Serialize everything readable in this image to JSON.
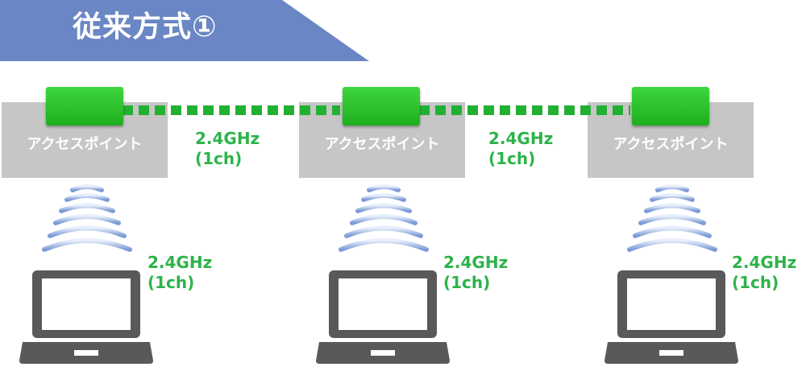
{
  "title": "従来方式①",
  "access_points": [
    {
      "label": "アクセスポイント"
    },
    {
      "label": "アクセスポイント"
    },
    {
      "label": "アクセスポイント"
    }
  ],
  "backhaul_links": [
    {
      "band": "2.4GHz",
      "channel": "(1ch)"
    },
    {
      "band": "2.4GHz",
      "channel": "(1ch)"
    }
  ],
  "client_links": [
    {
      "band": "2.4GHz",
      "channel": "(1ch)"
    },
    {
      "band": "2.4GHz",
      "channel": "(1ch)"
    },
    {
      "band": "2.4GHz",
      "channel": "(1ch)"
    }
  ],
  "colors": {
    "banner": "#6a86c4",
    "ap_box": "#c6c6c6",
    "ap_device": "#2cc42c",
    "link": "#22b033",
    "freq_text": "#2db34a",
    "wifi_wave": "#7b9bd6",
    "laptop": "#595959"
  },
  "icons": [
    "access-point-icon",
    "wifi-signal-icon",
    "laptop-icon"
  ]
}
